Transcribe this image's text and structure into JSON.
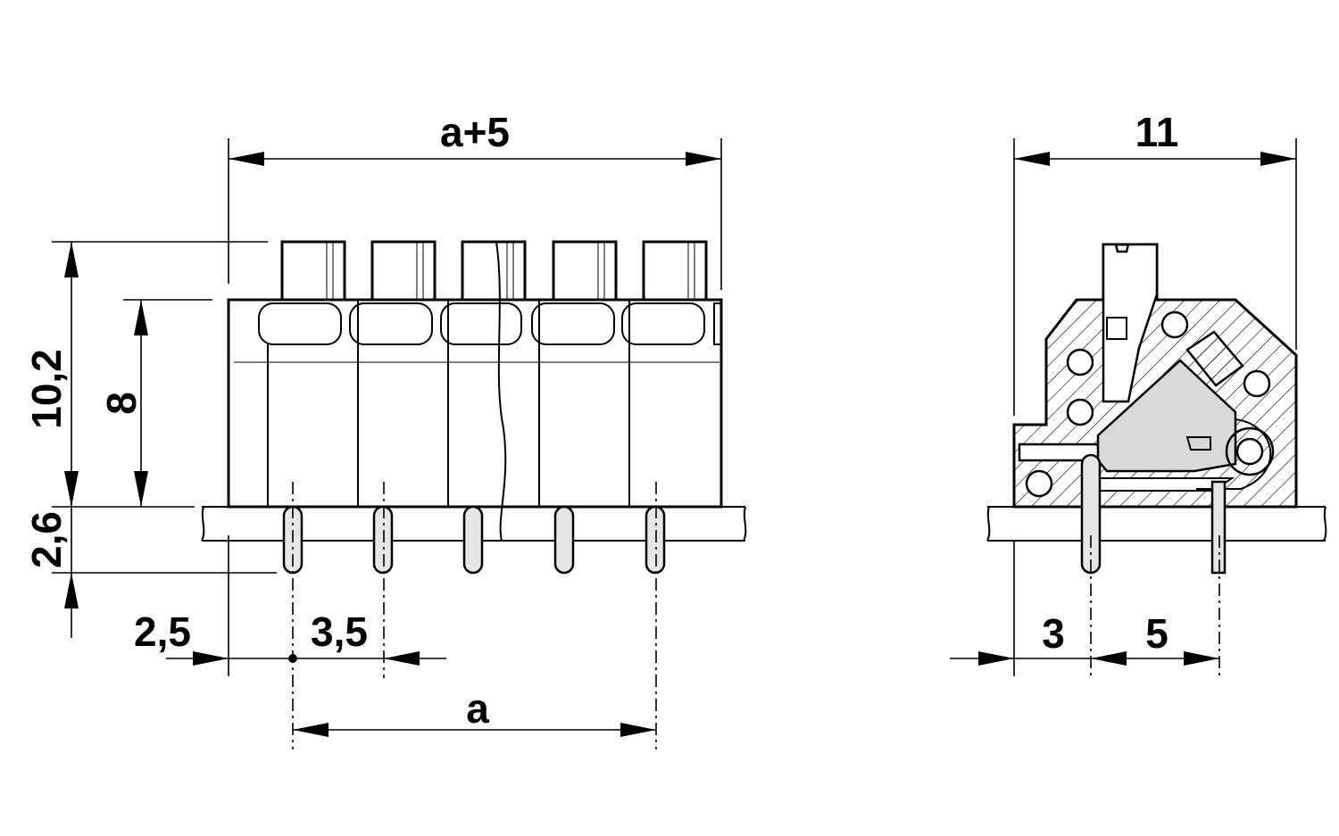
{
  "front_view": {
    "dim_overall_width": "a+5",
    "dim_total_height": "10,2",
    "dim_body_height": "8",
    "dim_pin_length": "2,6",
    "dim_edge_offset": "2,5",
    "dim_pitch": "3,5",
    "dim_pin_span": "a"
  },
  "side_view": {
    "dim_depth": "11",
    "dim_front_to_pin": "3",
    "dim_pin_spacing": "5"
  },
  "colors": {
    "line": "#000000",
    "background": "#ffffff",
    "spring_fill": "#d9d9d9",
    "pin_fill": "#e6e6e6"
  }
}
